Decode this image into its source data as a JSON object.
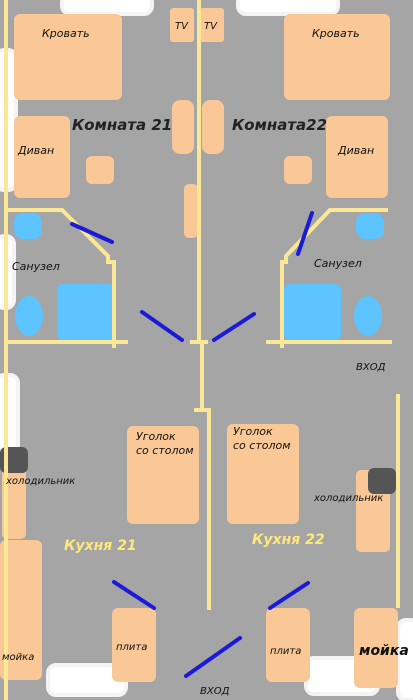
{
  "colors": {
    "background": "#a5a5a5",
    "furniture": "#f9c896",
    "walls": "#fbe896",
    "doors": "#1a1ad8",
    "plumbing": "#5ec4ff",
    "fridge_top": "#555555",
    "window": "#ffffff"
  },
  "labels": {
    "tv_left": "TV",
    "tv_right": "TV",
    "bed_left": "Кровать",
    "bed_right": "Кровать",
    "room_21": "Комната 21",
    "room_22": "Комната22",
    "sofa_left": "Диван",
    "sofa_right": "Диван",
    "bath_left": "Санузел",
    "bath_right": "Санузел",
    "entrance_right": "ВХОД",
    "corner_left_1": "Уголок",
    "corner_left_2": "со столом",
    "corner_right_1": "Уголок",
    "corner_right_2": "со столом",
    "fridge_left": "холодильник",
    "fridge_right": "холодильник",
    "kitchen_21": "Кухня 21",
    "kitchen_22": "Кухня 22",
    "stove_left": "плита",
    "stove_right": "плита",
    "sink_left": "мойка",
    "sink_right": "мойка",
    "entrance_bottom": "ВХОД"
  }
}
